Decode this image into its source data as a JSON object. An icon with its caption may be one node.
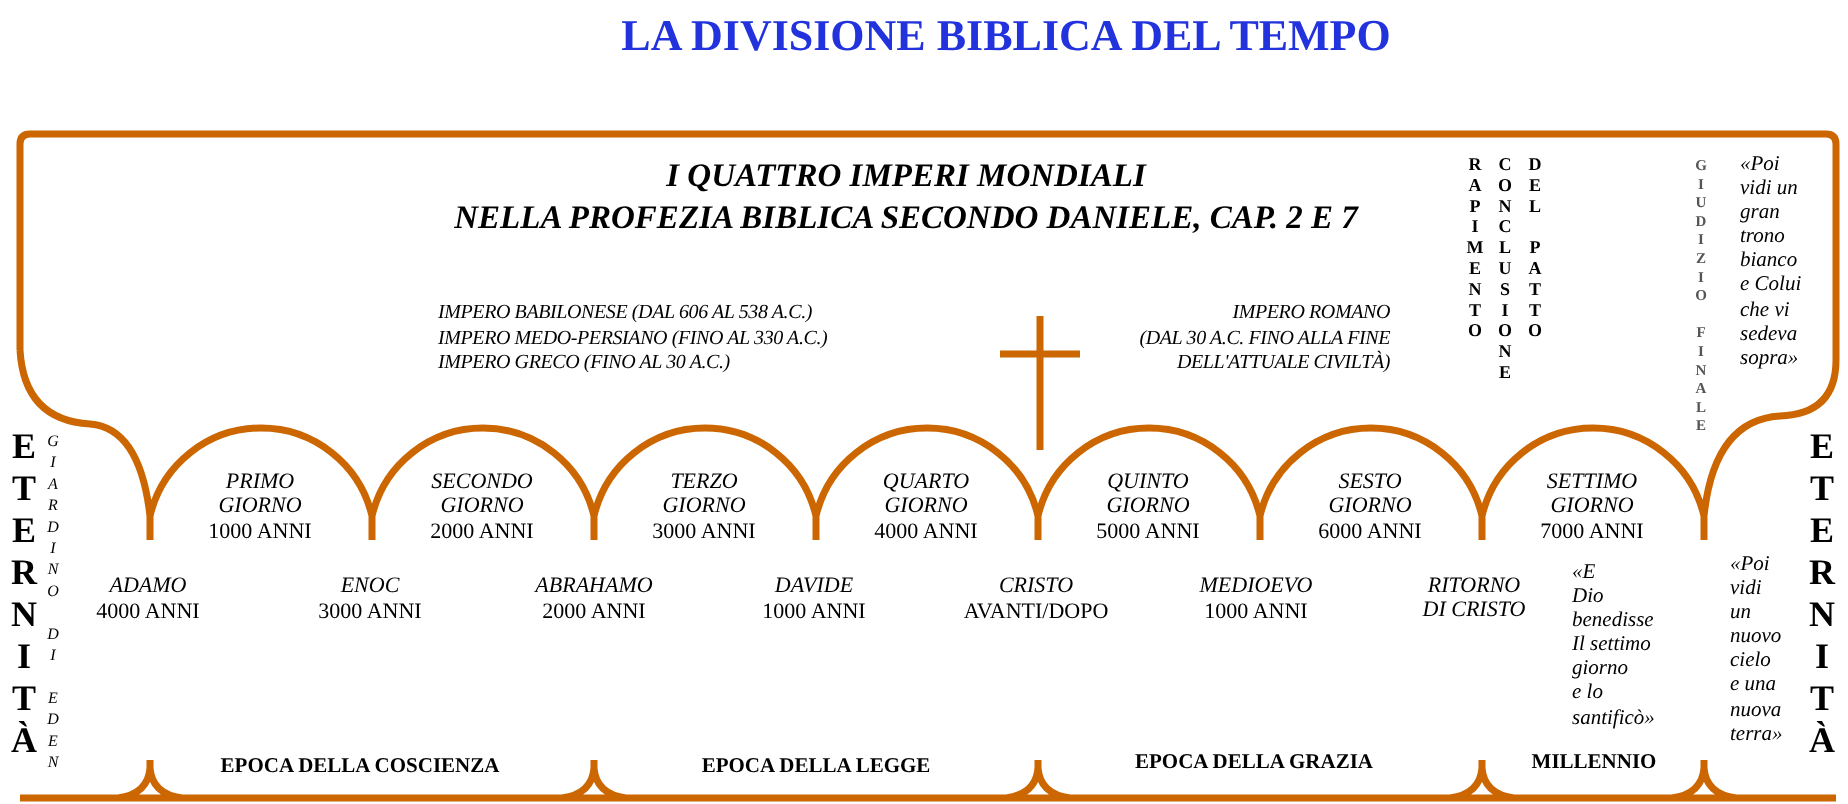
{
  "diagram": {
    "title": "LA DIVISIONE BIBLICA DEL TEMPO",
    "nodes": [
      {
        "text": [
          "I QUATTRO IMPERI MONDIALI NELLA PROFEZIA BIBLICA SECONDO DANIELE, CAP. 2 E 7",
          "IMPERO BABILONESE (DAL 606 AL 538 A.C.)",
          "IMPERO MEDO-PERSIANO (FINO AL 330 A.C.)",
          "IMPERO GRECO (FINO AL 30 A.C.)",
          "IMPERO ROMANO (DAL 30 A.C. FINO ALLA FINE DELL'ATTUALE CIVILTÀ)",
          "RAPIMENTO",
          "CONCLUSIONE DEL PATTO",
          "GIUDIZIO FINALE",
          "«Poi vidi un gran trono bianco e Colui che vi sedeva sopra»"
        ]
      }
    ],
    "labels": [
      "ETERNITÀ",
      "GIARDINO DI EDEN",
      "PRIMO GIORNO",
      "1000 ANNI",
      "SECONDO GIORNO",
      "2000 ANNI",
      "TERZO GIORNO",
      "3000 ANNI",
      "QUARTO GIORNO",
      "4000 ANNI",
      "QUINTO GIORNO",
      "5000 ANNI",
      "SESTO GIORNO",
      "6000 ANNI",
      "SETTIMO GIORNO",
      "7000 ANNI",
      "ADAMO",
      "4000 ANNI",
      "ENOC",
      "3000 ANNI",
      "ABRAHAMO",
      "2000 ANNI",
      "DAVIDE",
      "1000 ANNI",
      "CRISTO",
      "AVANTI/DOPO",
      "MEDIOEVO",
      "1000 ANNI",
      "RITORNO DI CRISTO",
      "«E Dio benedisse Il settimo giorno e lo santificò»",
      "«Poi vidi un nuovo cielo e una nuova terra»",
      "EPOCA DELLA COSCIENZA",
      "EPOCA DELLA LEGGE",
      "EPOCA DELLA GRAZIA",
      "MILLENNIO",
      "ETERNITÀ"
    ]
  }
}
